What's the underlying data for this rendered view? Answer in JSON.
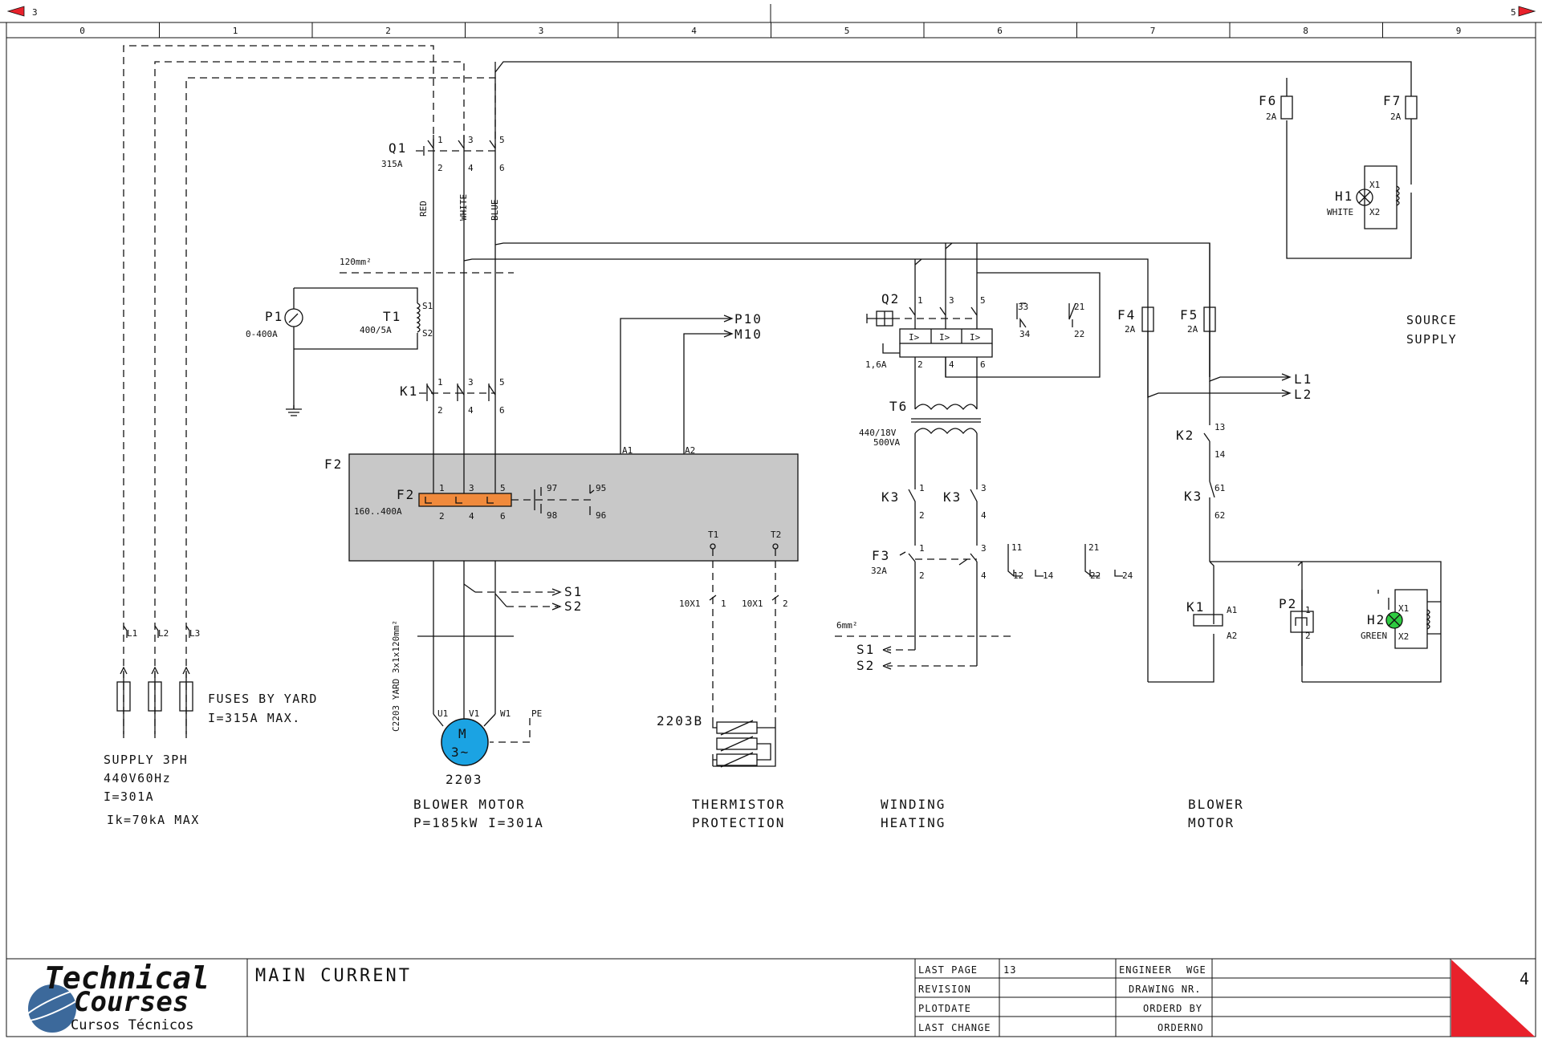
{
  "nav": {
    "prev_page": "3",
    "next_page": "5"
  },
  "columns": [
    "0",
    "1",
    "2",
    "3",
    "4",
    "5",
    "6",
    "7",
    "8",
    "9"
  ],
  "supply": {
    "phases": [
      "L1",
      "L2",
      "L3"
    ],
    "fuses_line1": "FUSES BY YARD",
    "fuses_line2": "I=315A MAX.",
    "line1": "SUPPLY 3PH",
    "line2": "440V60Hz",
    "line3": "I=301A",
    "line4": "Ik=70kA MAX"
  },
  "breaker_q1": {
    "tag": "Q1",
    "rating": "315A",
    "top_terms": [
      "1",
      "3",
      "5"
    ],
    "bot_terms": [
      "2",
      "4",
      "6"
    ]
  },
  "wire_colors": [
    "RED",
    "WHITE",
    "BLUE"
  ],
  "cable_cross_section": "120mm²",
  "meter": {
    "tag": "P1",
    "range": "0-400A"
  },
  "ct": {
    "tag": "T1",
    "ratio": "400/5A",
    "s1": "S1",
    "s2": "S2"
  },
  "contactor_k1": {
    "tag": "K1",
    "top_terms": [
      "1",
      "3",
      "5"
    ],
    "bot_terms": [
      "2",
      "4",
      "6"
    ]
  },
  "relay_f2": {
    "tag": "F2",
    "box_tag": "F2",
    "range": "160..400A",
    "top_terms": [
      "1",
      "3",
      "5"
    ],
    "bot_terms": [
      "2",
      "4",
      "6"
    ],
    "aux_97": "97",
    "aux_98": "98",
    "aux_95": "95",
    "aux_96": "96",
    "coil_a1": "A1",
    "coil_a2": "A2",
    "therm_t1": "T1",
    "therm_t2": "T2"
  },
  "refs": {
    "p10": "P10",
    "m10": "M10",
    "s1": "S1",
    "s2": "S2"
  },
  "motor": {
    "cable": "C2203 YARD 3x1x120mm²",
    "u1": "U1",
    "v1": "V1",
    "w1": "W1",
    "pe": "PE",
    "symbol_m": "M",
    "symbol_3": "3~",
    "tag": "2203",
    "title1": "BLOWER MOTOR",
    "title2": "P=185kW I=301A",
    "fill": "#1ba3e3"
  },
  "thermistor": {
    "term1": "10X1",
    "num1": "1",
    "term2": "10X1",
    "num2": "2",
    "tag": "2203B",
    "title1": "THERMISTOR",
    "title2": "PROTECTION"
  },
  "heating": {
    "q2": "Q2",
    "q2_rating": "1,6A",
    "q2_top": [
      "1",
      "3",
      "5"
    ],
    "q2_bot": [
      "2",
      "4",
      "6"
    ],
    "aux_33": "33",
    "aux_34": "34",
    "aux_21": "21",
    "aux_22": "22",
    "t6": "T6",
    "t6_rating1": "440/18V",
    "t6_rating2": "500VA",
    "k3a": "K3",
    "k3b": "K3",
    "k3_top": [
      "1",
      "3"
    ],
    "k3_bot": [
      "2",
      "4"
    ],
    "f3": "F3",
    "f3_rating": "32A",
    "f3_top": [
      "1",
      "3"
    ],
    "f3_bot": [
      "2",
      "4"
    ],
    "c11": "11",
    "c12": "12",
    "c14": "14",
    "c21": "21",
    "c22": "22",
    "c24": "24",
    "cable": "6mm²",
    "s1": "S1",
    "s2": "S2",
    "title1": "WINDING",
    "title2": "HEATING"
  },
  "control": {
    "f4": "F4",
    "f4_rating": "2A",
    "f5": "F5",
    "f5_rating": "2A",
    "l1": "L1",
    "l2": "L2",
    "k2": "K2",
    "k2_t1": "13",
    "k2_t2": "14",
    "k3": "K3",
    "k3_t1": "61",
    "k3_t2": "62",
    "k1": "K1",
    "k1_a1": "A1",
    "k1_a2": "A2",
    "p2": "P2",
    "p2_t1": "1",
    "p2_t2": "2",
    "h2": "H2",
    "h2_color": "GREEN",
    "h2_x1": "X1",
    "h2_x2": "X2",
    "h2_fill": "#2ecc40",
    "title1": "BLOWER",
    "title2": "MOTOR"
  },
  "source": {
    "f6": "F6",
    "f6_rating": "2A",
    "f7": "F7",
    "f7_rating": "2A",
    "h1": "H1",
    "h1_color": "WHITE",
    "h1_x1": "X1",
    "h1_x2": "X2",
    "title1": "SOURCE",
    "title2": "SUPPLY"
  },
  "title_block": {
    "logo_line1": "Technical",
    "logo_line2": "Courses",
    "logo_sub": "Cursos Técnicos",
    "drawing_title": "MAIN CURRENT",
    "last_page_label": "LAST PAGE",
    "last_page_value": "13",
    "revision_label": "REVISION",
    "plotdate_label": "PLOTDATE",
    "last_change_label": "LAST CHANGE",
    "engineer_label": "ENGINEER",
    "engineer_value": "WGE",
    "drawing_nr_label": "DRAWING NR.",
    "orderd_by_label": "ORDERD BY",
    "orderno_label": "ORDERNO",
    "page_number": "4"
  },
  "colors": {
    "relay_box": "#c8c8c8",
    "relay_bar": "#f08a3c",
    "corner": "#e8212b",
    "logo": "#1a4f8a"
  }
}
